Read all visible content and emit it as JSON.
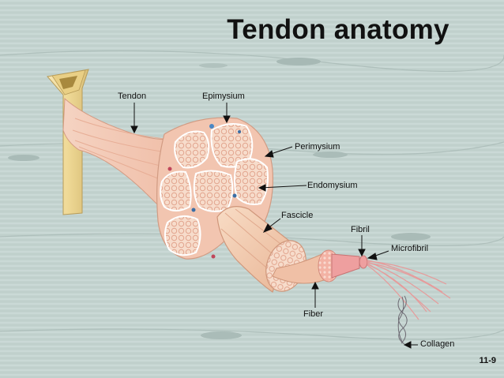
{
  "slide": {
    "title": "Tendon anatomy",
    "slide_number": "11-9"
  },
  "labels": {
    "tendon": "Tendon",
    "epimysium": "Epimysium",
    "perimysium": "Perimysium",
    "endomysium": "Endomysium",
    "fascicle": "Fascicle",
    "fibril": "Fibril",
    "microfibril": "Microfibril",
    "fiber": "Fiber",
    "collagen": "Collagen"
  },
  "colors": {
    "background": "#bfd0cc",
    "bone": "#efdca0",
    "tendon_tissue": "#f2c3ad",
    "fascicle_fill": "#f5d8c3",
    "cell_dots": "#e6a990",
    "fibril_pink": "#ec9e9e"
  }
}
